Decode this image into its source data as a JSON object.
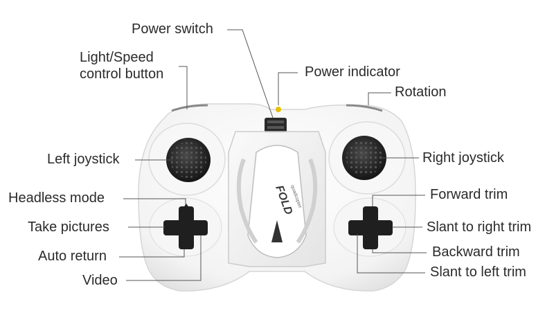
{
  "labels": {
    "power_switch": "Power switch",
    "light_speed_line1": "Light/Speed",
    "light_speed_line2": "control button",
    "power_indicator": "Power indicator",
    "rotation": "Rotation",
    "left_joystick": "Left joystick",
    "right_joystick": "Right joystick",
    "headless_mode": "Headless mode",
    "take_pictures": "Take pictures",
    "auto_return": "Auto return",
    "video": "Video",
    "forward_trim": "Forward trim",
    "slant_right_trim": "Slant to right trim",
    "backward_trim": "Backward trim",
    "slant_left_trim": "Slant to left trim"
  },
  "drone_brand": {
    "logo": "FOLD",
    "sub": "quadcopter"
  },
  "colors": {
    "controller_body": "#f4f4f4",
    "controller_edge": "#d9d9d9",
    "joystick": "#2b2b2b",
    "dpad": "#1c1c1c",
    "indicator": "#e6c000",
    "leader": "#555555",
    "text": "#2a2a2a"
  }
}
